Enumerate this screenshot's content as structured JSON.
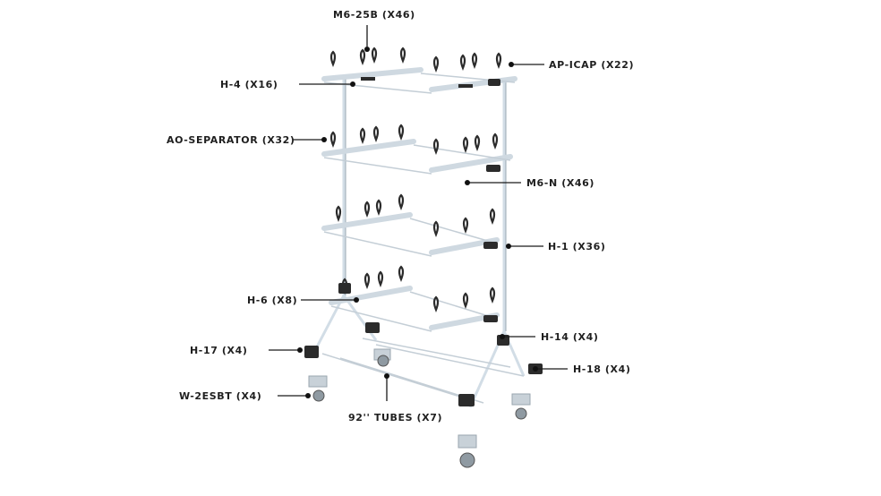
{
  "labels": {
    "m6_25b": "M6-25B (X46)",
    "ap_icap": "AP-ICAP (X22)",
    "h4": "H-4 (X16)",
    "ao_separator": "AO-SEPARATOR (X32)",
    "m6_n": "M6-N (X46)",
    "h1": "H-1 (X36)",
    "h6": "H-6 (X8)",
    "h14": "H-14 (X4)",
    "h17": "H-17 (X4)",
    "h18": "H-18 (X4)",
    "w2esbt": "W-2ESBT (X4)",
    "tubes": "92'' TUBES (X7)"
  },
  "colors": {
    "background": "#ffffff",
    "tube": "#cfd9e1",
    "hardware": "#2b2b2b",
    "callout_text": "#1f1f1f"
  }
}
